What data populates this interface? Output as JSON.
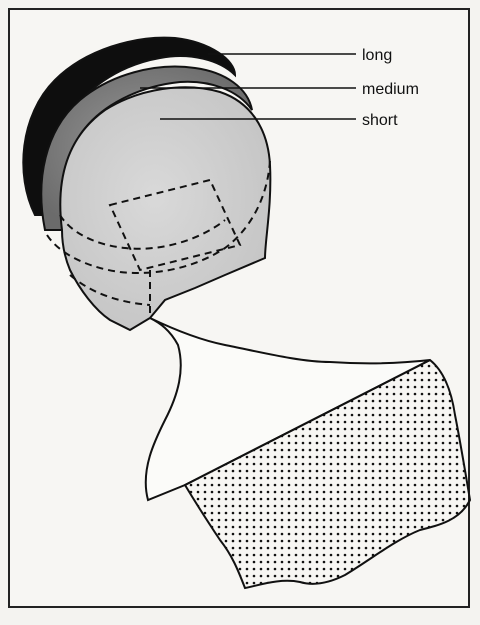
{
  "labels": {
    "long": "long",
    "medium": "medium",
    "short": "short"
  },
  "colors": {
    "ink": "#111111",
    "paper": "#f7f6f3",
    "cap_long": "#0e0e0e",
    "cap_medium": "#777777",
    "cap_short": "#b9b9b9"
  }
}
